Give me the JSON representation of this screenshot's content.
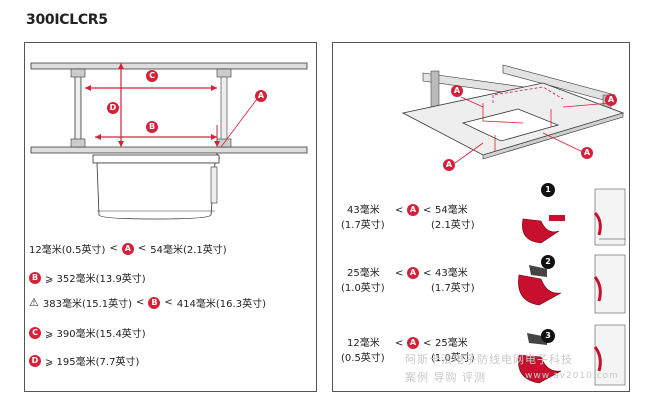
{
  "title": "300ICLCR5",
  "labels": {
    "A": "A",
    "B": "B",
    "C": "C",
    "D": "D"
  },
  "left_specs": [
    {
      "text_min": "12毫米(0.5英寸)",
      "sym1": "<",
      "badge": "A",
      "sym2": "<",
      "text_max": "54毫米(2.1英寸)"
    },
    {
      "badge": "B",
      "text": "⩾ 352毫米(13.9英寸)"
    },
    {
      "warn": "⚠",
      "text_min": "383毫米(15.1英寸)",
      "sym1": "<",
      "badge": "B",
      "sym2": "<",
      "text_max": "414毫米(16.3英寸)"
    },
    {
      "badge": "C",
      "text": "⩾ 390毫米(15.4英寸)"
    },
    {
      "badge": "D",
      "text": "⩾ 195毫米(7.7英寸)"
    }
  ],
  "right_specs": [
    {
      "min_mm": "43毫米",
      "min_in": "(1.7英寸)",
      "lt": "<",
      "badge": "A",
      "lt2": "<",
      "max_mm": "54毫米",
      "max_in": "(2.1英寸)",
      "step": "1"
    },
    {
      "min_mm": "25毫米",
      "min_in": "(1.0英寸)",
      "lt": "<",
      "badge": "A",
      "lt2": "<",
      "max_mm": "43毫米",
      "max_in": "(1.7英寸)",
      "step": "2"
    },
    {
      "min_mm": "12毫米",
      "min_in": "(0.5英寸)",
      "lt": "<",
      "badge": "A",
      "lt2": "<",
      "max_mm": "25毫米",
      "max_in": "(1.0英寸)",
      "step": "3"
    }
  ],
  "watermark": {
    "line1": "阿斯卡法电子防线电网电子科技",
    "line2": "案例 导购 评测",
    "url": "www.av2010.com"
  },
  "colors": {
    "accent": "#d6213b",
    "clip": "#c8102e",
    "line": "#333333"
  }
}
